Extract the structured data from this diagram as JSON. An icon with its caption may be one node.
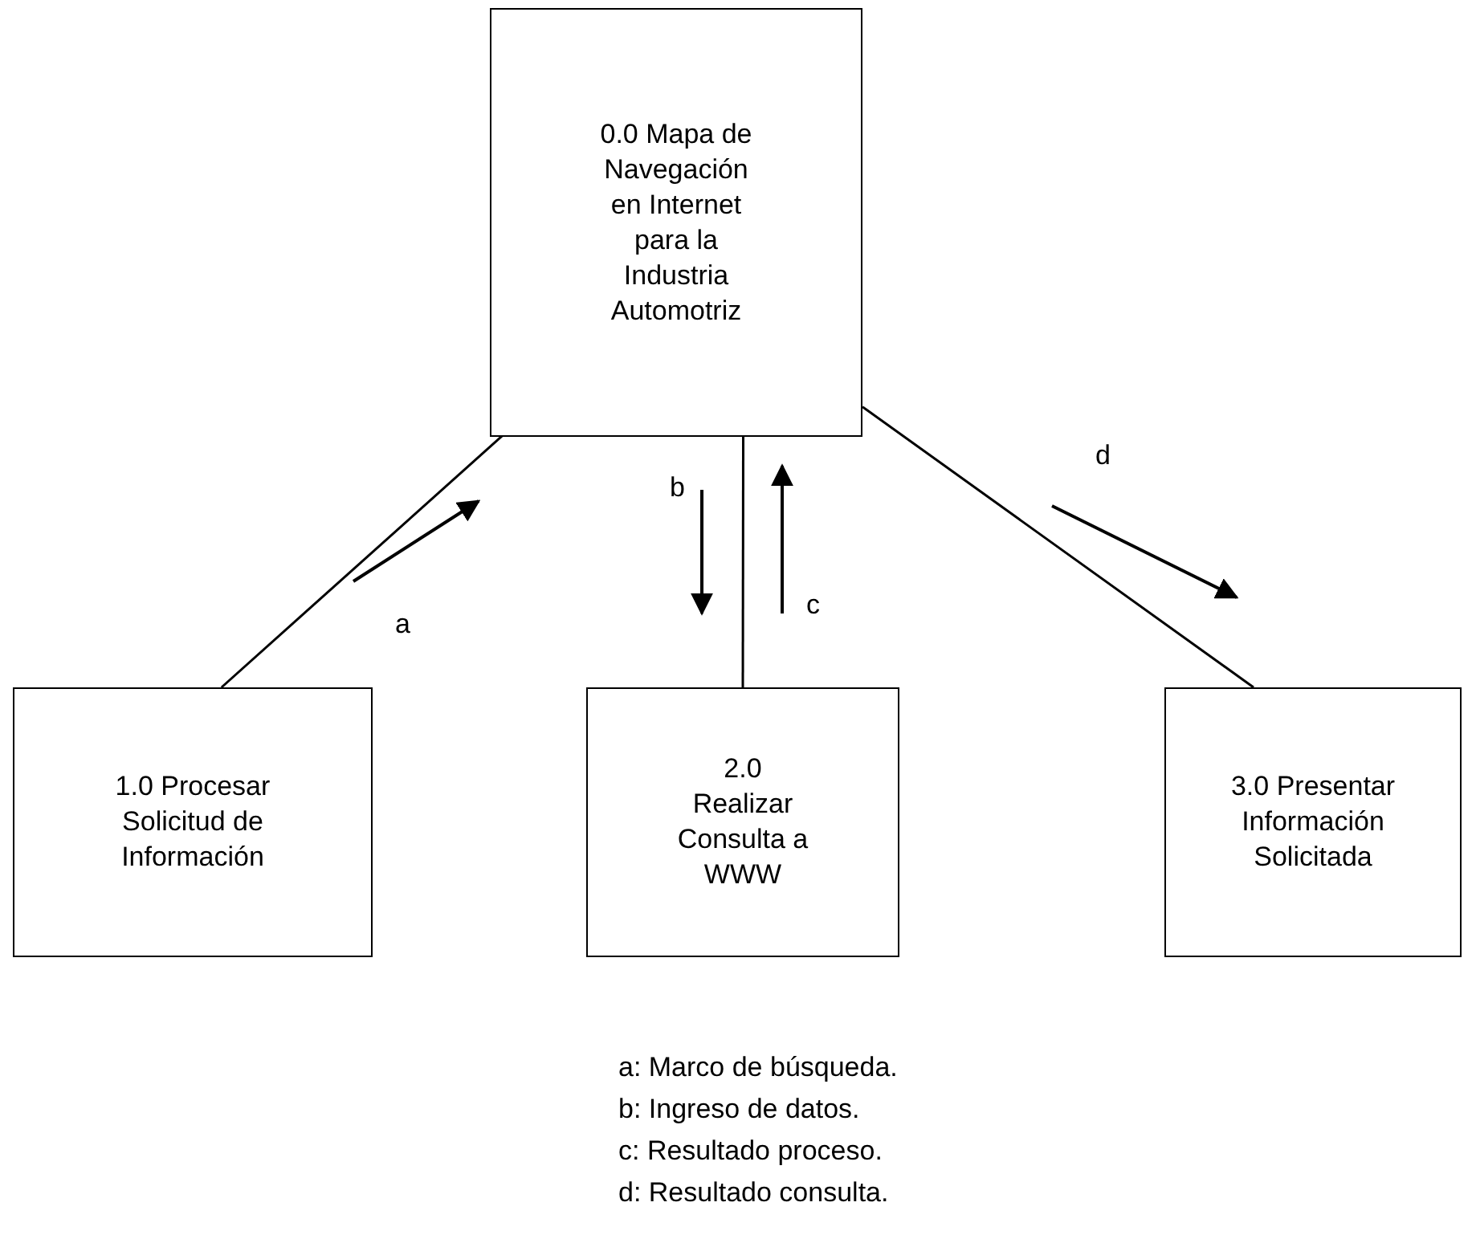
{
  "diagram": {
    "nodes": [
      {
        "text": [
          "0.0 Mapa de Navegación en Internet para la Industria Automotriz"
        ]
      },
      {
        "text": [
          "1.0 Procesar Solicitud de Información"
        ]
      },
      {
        "text": [
          "2.0 Realizar Consulta a WWW"
        ]
      },
      {
        "text": [
          "3.0 Presentar Información Solicitada"
        ]
      }
    ],
    "edges": [
      {
        "from": 0,
        "to": 1,
        "arrow": "none"
      },
      {
        "from": 0,
        "to": 2,
        "arrow": "none"
      },
      {
        "from": 0,
        "to": 3,
        "arrow": "none"
      }
    ],
    "labels": [
      "d",
      "b",
      "c",
      "a",
      "a: Marco de búsqueda.",
      "b: Ingreso de datos.",
      "c: Resultado proceso.",
      "d: Resultado consulta."
    ]
  }
}
